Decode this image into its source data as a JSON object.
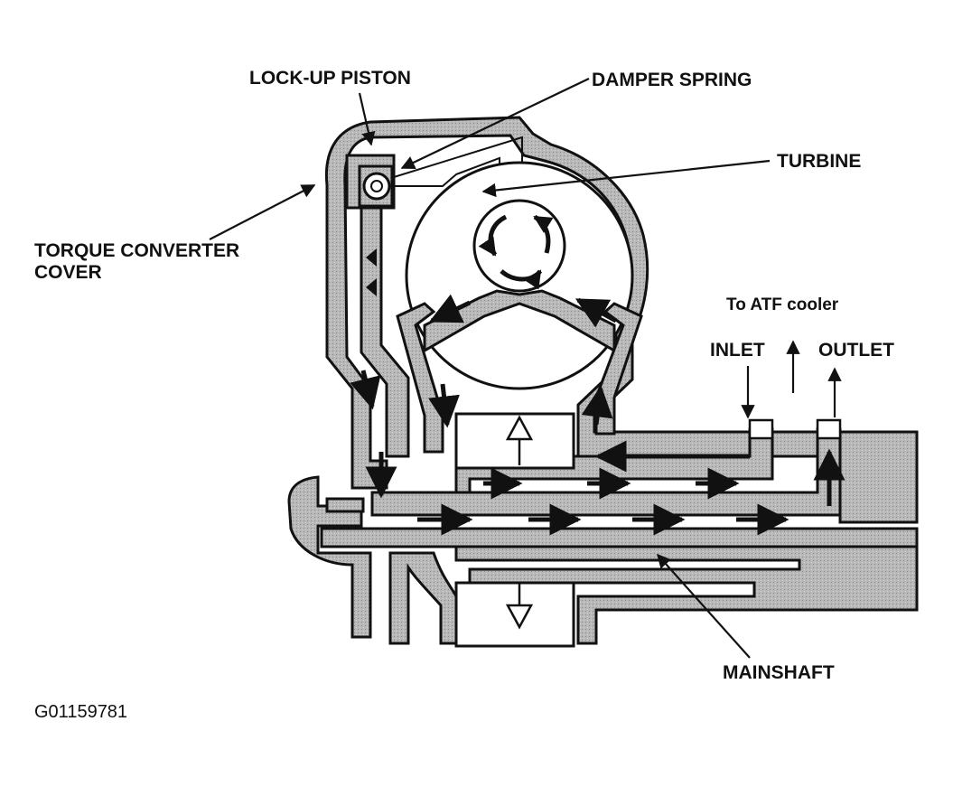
{
  "labels": {
    "lockup_piston": "LOCK-UP PISTON",
    "damper_spring": "DAMPER SPRING",
    "turbine": "TURBINE",
    "torque_converter_cover_line1": "TORQUE CONVERTER",
    "torque_converter_cover_line2": "COVER",
    "to_atf_cooler": "To ATF cooler",
    "inlet": "INLET",
    "outlet": "OUTLET",
    "mainshaft": "MAINSHAFT"
  },
  "figure_id": "G01159781",
  "colors": {
    "ink": "#111111",
    "shading": "#b5b5b5",
    "background": "#ffffff"
  }
}
